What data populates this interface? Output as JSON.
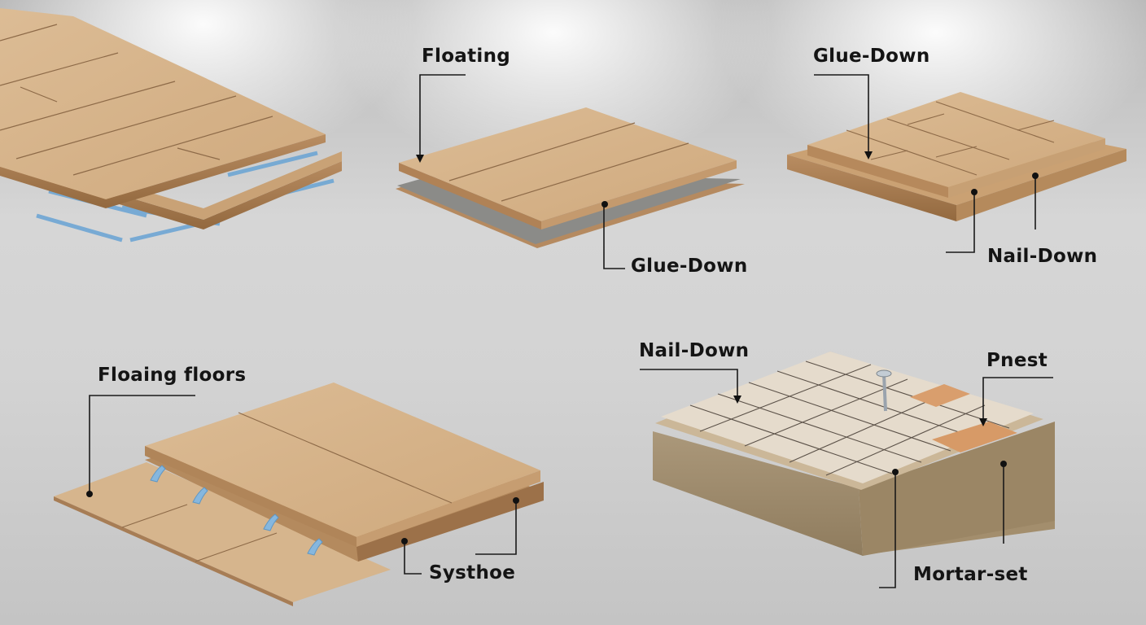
{
  "diagram": {
    "subject": "Flooring installation methods",
    "panels": [
      {
        "id": "panel-planks-on-clips",
        "description": "Stacked wood-look planks resting on blue clip rails",
        "labels": []
      },
      {
        "id": "panel-floating",
        "description": "Wood plank panel floating over grey underlayment",
        "labels": [
          {
            "text": "Floating",
            "position": "top"
          },
          {
            "text": "Glue-Down",
            "position": "bottom-right"
          }
        ]
      },
      {
        "id": "panel-glue-nail",
        "description": "Staggered wood blocks over wood subfloor",
        "labels": [
          {
            "text": "Glue-Down",
            "position": "top"
          },
          {
            "text": "Nail-Down",
            "position": "bottom-right"
          }
        ]
      },
      {
        "id": "panel-floating-floors",
        "description": "Wood planks raised over base boards with blue clips",
        "labels": [
          {
            "text": "Floaing floors",
            "position": "top-left"
          },
          {
            "text": "Systhoe",
            "position": "bottom-right"
          }
        ]
      },
      {
        "id": "panel-tile-mortar",
        "description": "Ceramic tiles on mortar bed with a nail and orange tile patches",
        "labels": [
          {
            "text": "Nail-Down",
            "position": "top-left"
          },
          {
            "text": "Pnest",
            "position": "top-right"
          },
          {
            "text": "Mortar-set",
            "position": "bottom-right"
          }
        ]
      }
    ]
  },
  "labels": {
    "floating": "Floating",
    "glue_down_top": "Glue-Down",
    "glue_down_mid": "Glue-Down",
    "nail_down_mid": "Nail-Down",
    "floaing_floors": "Floaing floors",
    "nail_down_bottom": "Nail-Down",
    "pnest": "Pnest",
    "systhoe": "Systhoe",
    "mortar_set": "Mortar-set"
  },
  "colors": {
    "wood_top": "#d7b48c",
    "wood_edge": "#a77d55",
    "underlay": "#8d8d8d",
    "clip_blue": "#7fb0d8",
    "tile": "#e6dccd",
    "tile_orange": "#d9a071",
    "mortar": "#a48f6d",
    "leader_line": "#1a1a1a",
    "background": "#d0d0d0"
  }
}
